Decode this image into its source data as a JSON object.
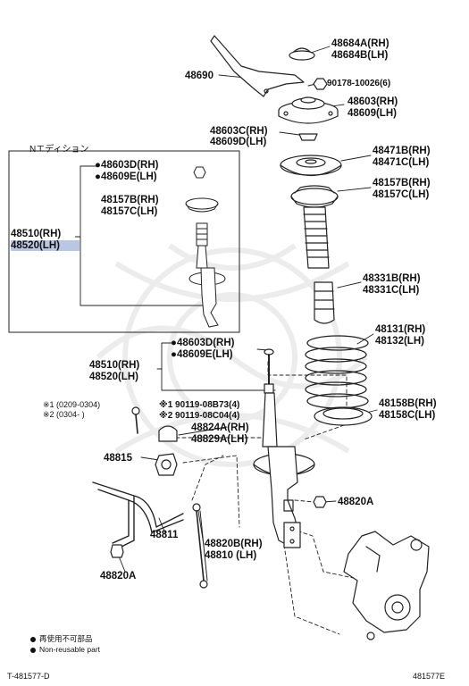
{
  "labels": {
    "l48684": "48684A(RH)",
    "l48684b": "48684B(LH)",
    "l48690": "48690",
    "l90178": "90178-10026(6)",
    "l48603": "48603(RH)",
    "l48609": "48609(LH)",
    "l48603c": "48603C(RH)",
    "l48609d": "48609D(LH)",
    "l48471b": "48471B(RH)",
    "l48471c": "48471C(LH)",
    "l48157b": "48157B(RH)",
    "l48157c": "48157C(LH)",
    "l48331b": "48331B(RH)",
    "l48331c": "48331C(LH)",
    "l48131": "48131(RH)",
    "l48132": "48132(LH)",
    "l48603d": "●48603D(RH)",
    "l48609e": "●48609E(LH)",
    "l48510": "48510(RH)",
    "l48520": "48520(LH)",
    "l48158b": "48158B(RH)",
    "l48158c": "48158C(LH)",
    "l190119": "※1 90119-08B73(4)",
    "l290119": "※2 90119-08C04(4)",
    "l48824a": "48824A(RH)",
    "l48829a": "48829A(LH)",
    "l48815": "48815",
    "l48811": "48811",
    "l48820a_r": "48820A",
    "l48820b": "48820B(RH)",
    "l48810": "48810 (LH)",
    "l48820a_l": "48820A",
    "n48603d": "●48603D(RH)",
    "n48609e": "●48609E(LH)",
    "n48157b": "48157B(RH)",
    "n48157c": "48157C(LH)",
    "n48510": "48510(RH)",
    "n48520": "48520(LH)"
  },
  "inset": {
    "title": "Nエディション"
  },
  "notes": {
    "n1": "※1 (0209-0304)",
    "n2": "※2 (0304-   )"
  },
  "legend": {
    "line1": "再使用不可部品",
    "line2": "Non-reusable part"
  },
  "footer": {
    "left": "T-481577-D",
    "right": "481577E"
  },
  "colors": {
    "line": "#222222",
    "highlight": "#b9c6e4",
    "watermark": "#ececec"
  }
}
